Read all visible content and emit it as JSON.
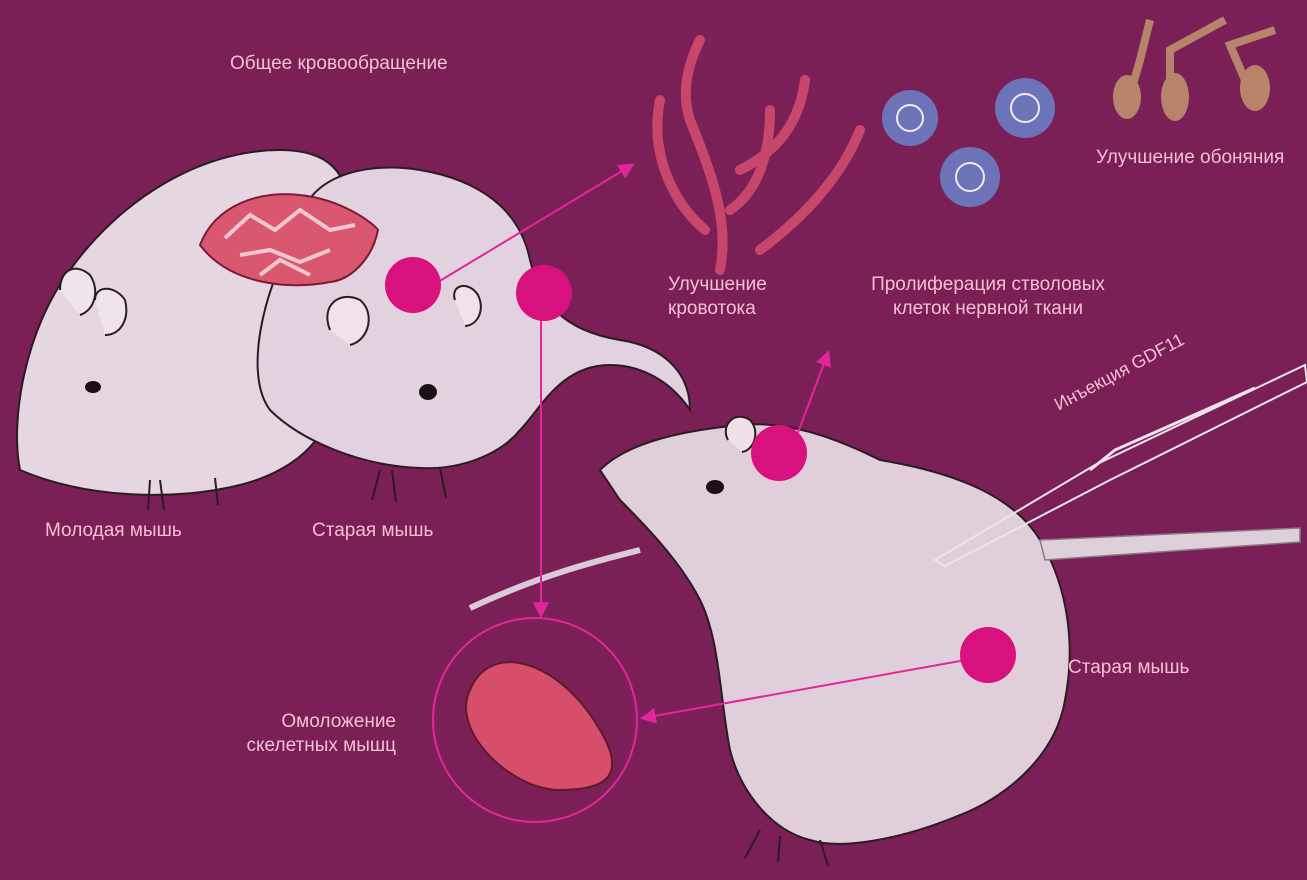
{
  "labels": {
    "blood_circulation": "Общее кровообращение",
    "young_mouse": "Молодая мышь",
    "old_mouse_parabiosis": "Старая мышь",
    "blood_flow": "Улучшение\nкровотока",
    "stem_cells": "Пролиферация стволовых\nклеток нервной ткани",
    "smell": "Улучшение обоняния",
    "injection": "Инъекция GDF11",
    "old_mouse_injected": "Старая мышь",
    "muscle": "Омоложение\nскелетных мышц"
  },
  "colors": {
    "background": "#7b1f57",
    "label_text": "#f4c0cf",
    "marker": "#d8117f",
    "arrow": "#e0269a",
    "mouse_fill": "#e6d6e2",
    "mouse_outline": "#2b1b22",
    "vessel": "#d04a72",
    "stem_cell": "#6d73b8"
  }
}
